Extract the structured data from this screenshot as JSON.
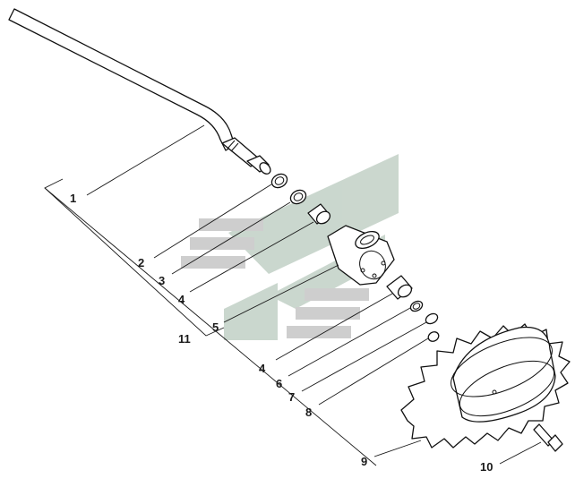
{
  "diagram": {
    "callouts": [
      "1",
      "2",
      "3",
      "4",
      "5",
      "11",
      "4",
      "6",
      "7",
      "8",
      "9",
      "10"
    ]
  },
  "colors": {
    "line": "#111111",
    "watermark_gray": "#c9c9c9",
    "watermark_green": "#c5d3c9"
  },
  "watermark": {
    "type": "logo"
  }
}
